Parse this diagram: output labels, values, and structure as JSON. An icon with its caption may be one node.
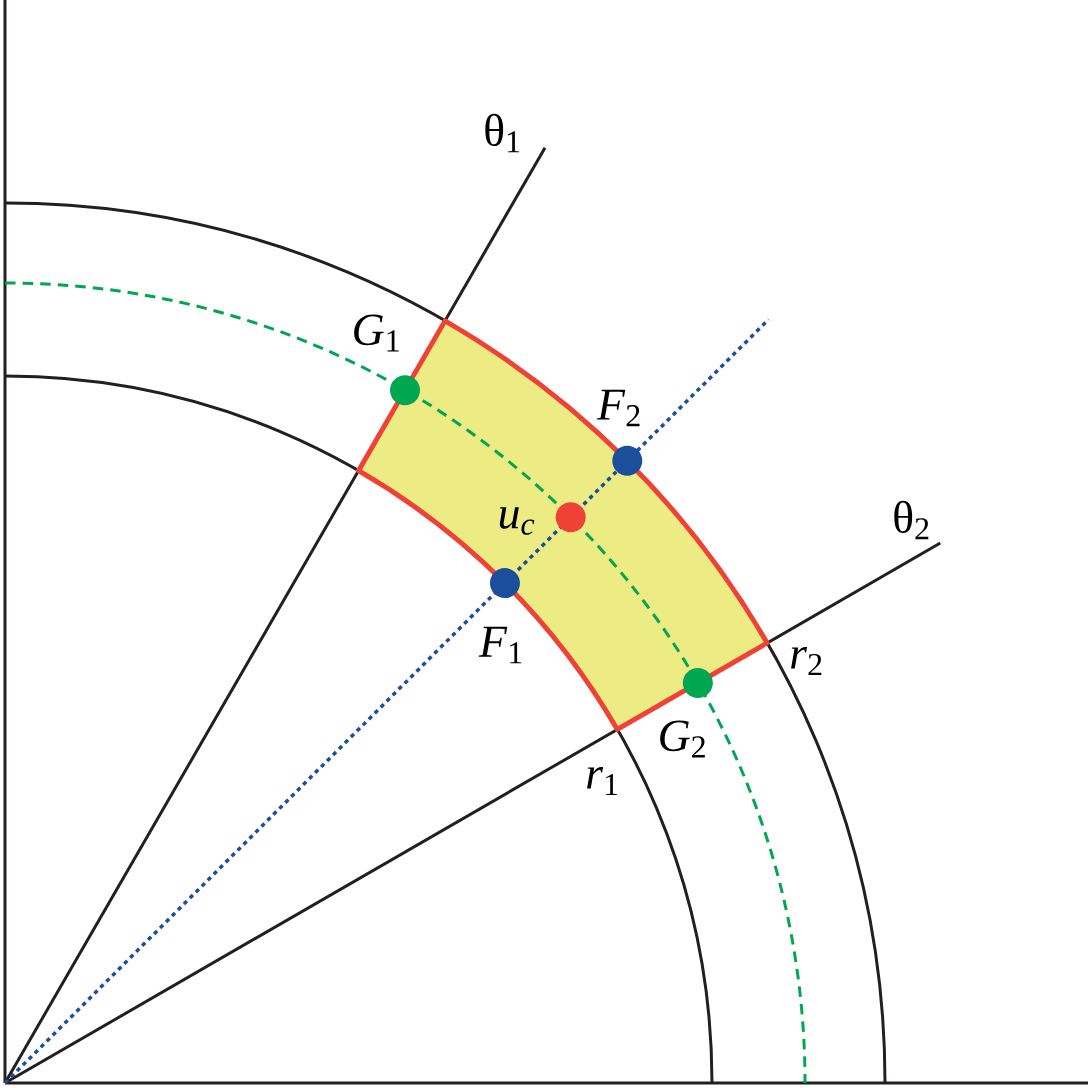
{
  "diagram": {
    "nodes": [
      {
        "text": [],
        "shape": "circle",
        "beside": [
          "*G*$_{1}$"
        ]
      },
      {
        "text": [],
        "shape": "circle",
        "beside": [
          "*F*$_{2}$"
        ]
      },
      {
        "text": [],
        "shape": "circle",
        "beside": [
          "u$_{c}$"
        ]
      },
      {
        "text": [],
        "shape": "circle",
        "beside": [
          "*F*$_{1}$"
        ]
      },
      {
        "text": [],
        "shape": "circle",
        "beside": [
          "*G*$_{2}$"
        ]
      }
    ],
    "labels": [
      "θ$_{1}$",
      "θ$_{2}$",
      "*r*$_{2}$",
      "*r*$_{1}$"
    ]
  }
}
